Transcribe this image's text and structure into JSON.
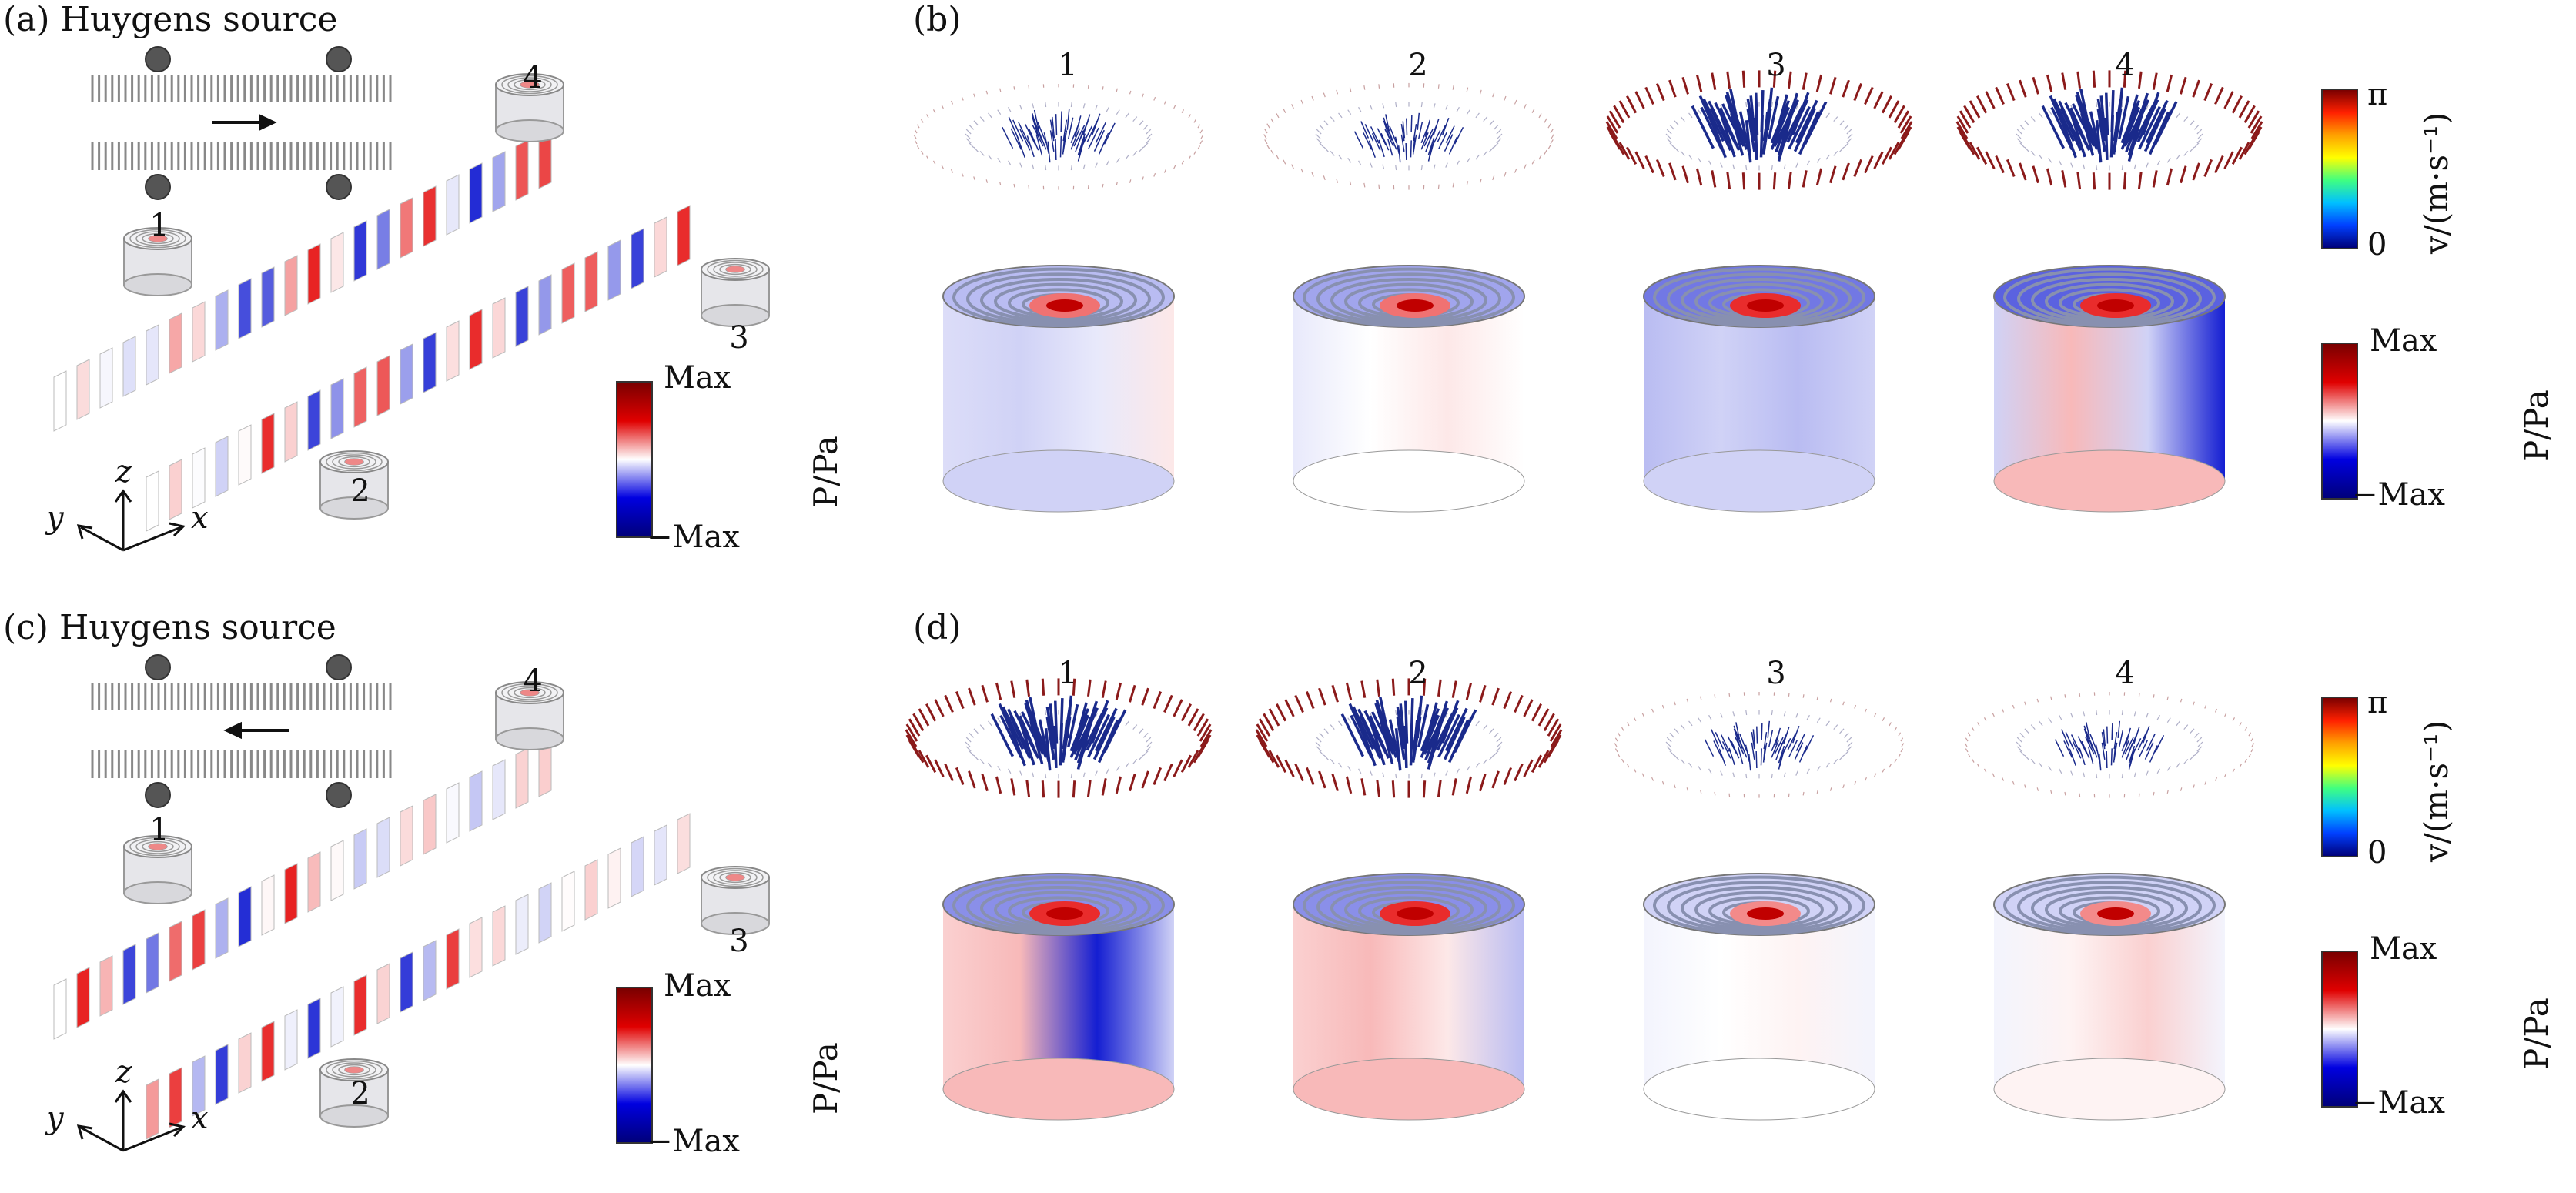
{
  "panels": {
    "a": {
      "letter": "(a)",
      "title": "Huygens source"
    },
    "b": {
      "letter": "(b)"
    },
    "c": {
      "letter": "(c)",
      "title": "Huygens source"
    },
    "d": {
      "letter": "(d)"
    }
  },
  "resonator_numbers": [
    "1",
    "2",
    "3",
    "4"
  ],
  "axes": {
    "x": "x",
    "y": "y",
    "z": "z"
  },
  "colorbars": {
    "pressure": {
      "max": "Max",
      "min": "−Max",
      "label": "P/Pa"
    },
    "velocity": {
      "max": "π",
      "min": "0",
      "label": "v/(m·s⁻¹)"
    }
  },
  "colors": {
    "red": "#dd1111",
    "blue": "#1122cc",
    "dark_red": "#8b1a1a",
    "dark_blue": "#1a2a8b",
    "grey": "#cccccc"
  },
  "arrows": {
    "a": "right",
    "c": "left"
  }
}
